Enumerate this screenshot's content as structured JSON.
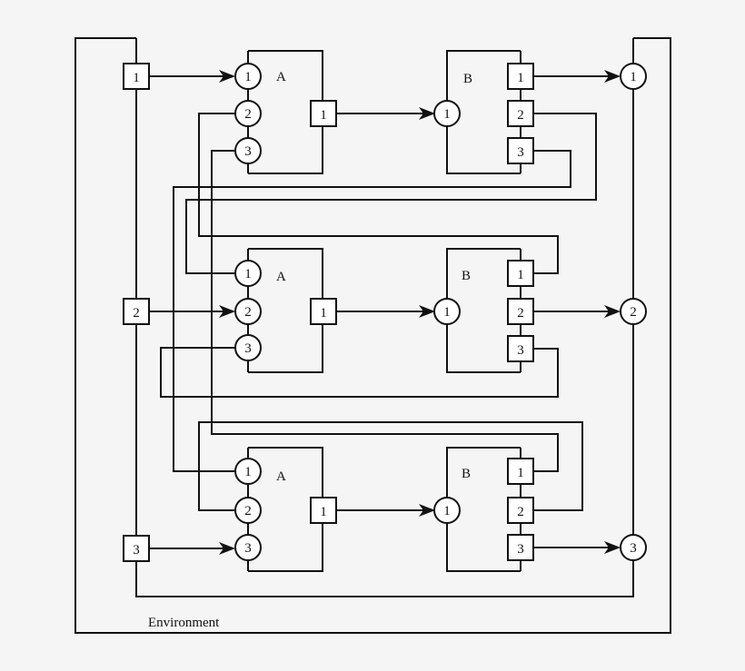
{
  "environment": {
    "label": "Environment",
    "inputs": [
      "1",
      "2",
      "3"
    ],
    "outputs": [
      "1",
      "2",
      "3"
    ]
  },
  "blocks": {
    "a_label": "A",
    "b_label": "B",
    "a_inputs": [
      "1",
      "2",
      "3"
    ],
    "a_output": "1",
    "b_input": "1",
    "b_outputs": [
      "1",
      "2",
      "3"
    ]
  }
}
